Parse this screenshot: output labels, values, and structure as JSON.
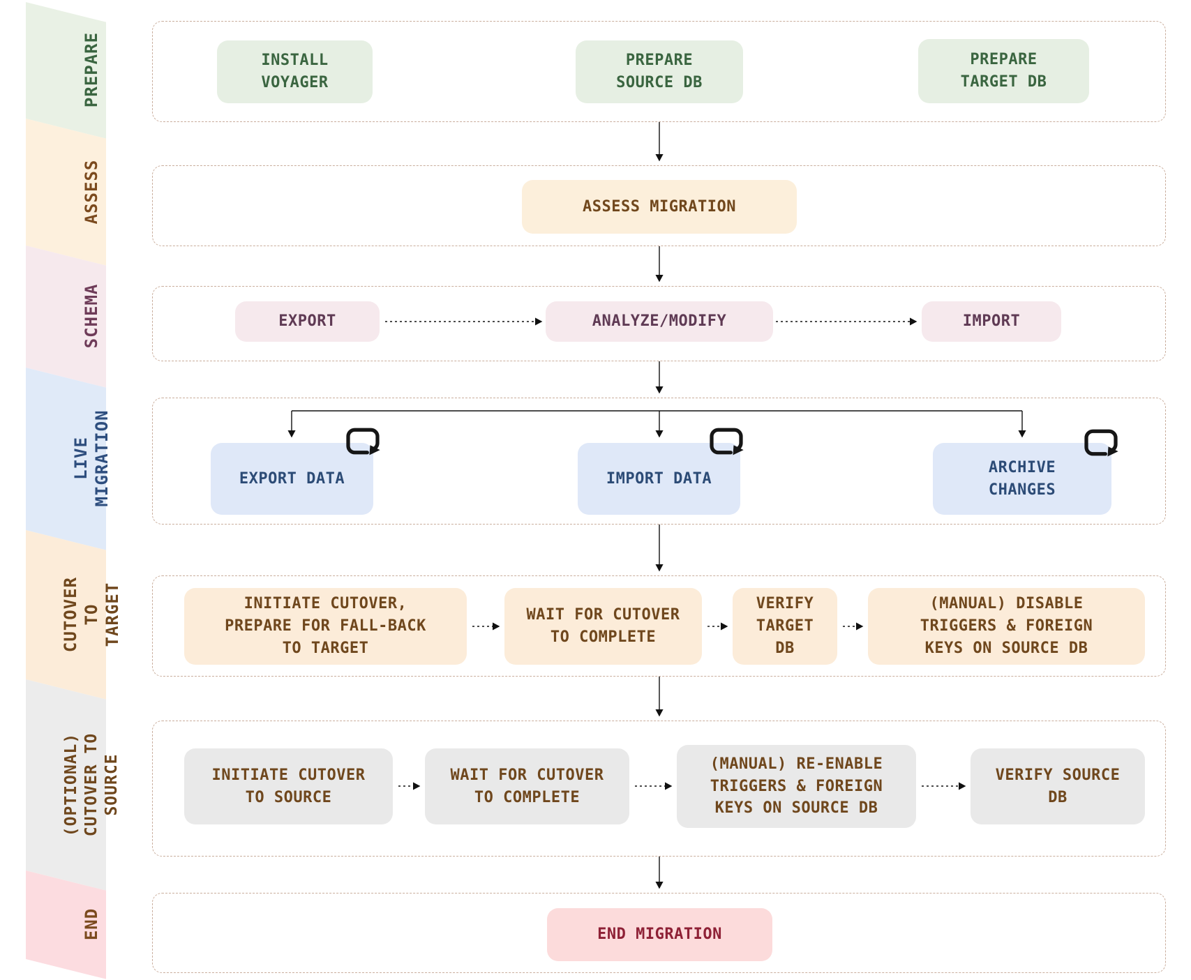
{
  "diagram": {
    "type": "flowchart",
    "subject": "database migration workflow"
  },
  "sidebar": {
    "stages": [
      {
        "label": "PREPARE",
        "bg": "#e9f1e5",
        "fg": "#3a6540"
      },
      {
        "label": "ASSESS",
        "bg": "#fdf0dd",
        "fg": "#7b4a1e"
      },
      {
        "label": "SCHEMA",
        "bg": "#f6e9ed",
        "fg": "#6e3b58"
      },
      {
        "label": "LIVE\nMIGRATION",
        "bg": "#e0eaf8",
        "fg": "#2e4e7e"
      },
      {
        "label": "CUTOVER TO\nTARGET",
        "bg": "#fcecd9",
        "fg": "#6f471d"
      },
      {
        "label": "(OPTIONAL)\nCUTOVER TO\nSOURCE",
        "bg": "#ececec",
        "fg": "#6f471d"
      },
      {
        "label": "END",
        "bg": "#fcdce0",
        "fg": "#7b4a1e"
      }
    ]
  },
  "flow": {
    "rows": [
      {
        "stage": "prepare",
        "boxes": [
          {
            "label": "INSTALL\nVOYAGER"
          },
          {
            "label": "PREPARE\nSOURCE DB"
          },
          {
            "label": "PREPARE\nTARGET DB"
          }
        ]
      },
      {
        "stage": "assess",
        "boxes": [
          {
            "label": "ASSESS MIGRATION"
          }
        ]
      },
      {
        "stage": "schema",
        "boxes": [
          {
            "label": "EXPORT"
          },
          {
            "label": "ANALYZE/MODIFY"
          },
          {
            "label": "IMPORT"
          }
        ]
      },
      {
        "stage": "live-migration",
        "boxes": [
          {
            "label": "EXPORT DATA",
            "loop_icon": "repeat-loop"
          },
          {
            "label": "IMPORT DATA",
            "loop_icon": "repeat-loop"
          },
          {
            "label": "ARCHIVE\nCHANGES",
            "loop_icon": "repeat-loop"
          }
        ]
      },
      {
        "stage": "cutover-to-target",
        "boxes": [
          {
            "label": "INITIATE CUTOVER,\nPREPARE FOR FALL-BACK\nTO TARGET"
          },
          {
            "label": "WAIT FOR CUTOVER\nTO COMPLETE"
          },
          {
            "label": "VERIFY\nTARGET\nDB"
          },
          {
            "label": "(MANUAL) DISABLE\nTRIGGERS & FOREIGN\nKEYS ON SOURCE DB"
          }
        ]
      },
      {
        "stage": "cutover-to-source",
        "boxes": [
          {
            "label": "INITIATE CUTOVER\nTO SOURCE"
          },
          {
            "label": "WAIT FOR CUTOVER\nTO COMPLETE"
          },
          {
            "label": "(MANUAL) RE-ENABLE\nTRIGGERS & FOREIGN\nKEYS ON SOURCE DB"
          },
          {
            "label": "VERIFY SOURCE\nDB"
          }
        ]
      },
      {
        "stage": "end",
        "boxes": [
          {
            "label": "END MIGRATION"
          }
        ]
      }
    ]
  },
  "colors": {
    "node_green_bg": "#e6efe3",
    "node_green_fg": "#3a6540",
    "node_assess_bg": "#fcefdb",
    "node_assess_fg": "#70471c",
    "node_schema_bg": "#f6e9ed",
    "node_schema_fg": "#5f3a54",
    "node_live_bg": "#dfe8f8",
    "node_live_fg": "#2c4b76",
    "node_cutover_bg": "#fcecd9",
    "node_cutover_fg": "#6f471d",
    "node_source_bg": "#e9e9e9",
    "node_source_fg": "#6f471d",
    "node_end_bg": "#fcdbdb",
    "node_end_fg": "#8e2136",
    "row_border": "#c9ad9c",
    "arrow": "#111111"
  }
}
